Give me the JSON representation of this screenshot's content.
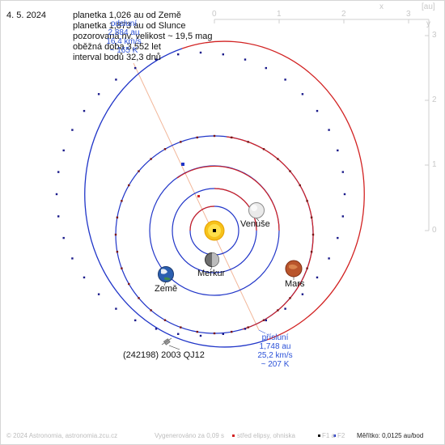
{
  "header": {
    "date": "4. 5. 2024",
    "line1": "planetka 1,026 au od Země",
    "line2": "planetka 1,873 au od Slunce",
    "line3": "pozorovaná hv. velikost ~ 19,5 mag",
    "line4": "oběžná doba 3,552 let",
    "line5": "interval bodů 32,3 dnů"
  },
  "aphelion": {
    "label": "odsluní",
    "distance": "2,884 au",
    "speed": "16,4 km/s",
    "temperature": "~ 165 K"
  },
  "perihelion": {
    "label": "přísluní",
    "distance": "1,748 au",
    "speed": "25,2 km/s",
    "temperature": "~ 207 K"
  },
  "axes": {
    "x_label": "x",
    "y_label": "y",
    "unit": "[au]",
    "x_ticks": [
      "0",
      "1",
      "2",
      "3"
    ],
    "y_ticks": [
      "0",
      "1",
      "2",
      "3"
    ]
  },
  "bodies": {
    "venus": "Venuše",
    "mercury": "Merkur",
    "earth": "Země",
    "mars": "Mars",
    "asteroid": "(242198) 2003 QJ12"
  },
  "footer": {
    "copyright": "© 2024 Astronomia, astronomia.zcu.cz",
    "render_time": "Vygenerováno za 0,09 s",
    "legend_center": "střed elipsy, ohniska",
    "legend_f1": "F1 a",
    "legend_f2": "F2",
    "scale": "Měřítko: 0,0125 au/bod"
  },
  "colors": {
    "ahead": "#d22222",
    "behind": "#2035c8",
    "annotation": "#2c52d8"
  }
}
